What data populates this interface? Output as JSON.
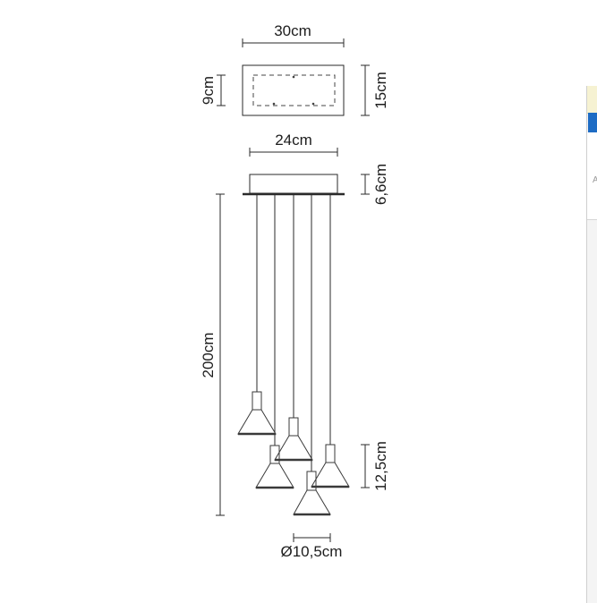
{
  "dimensions": {
    "canopy_width": "30cm",
    "canopy_depth": "9cm",
    "canopy_outer_depth": "15cm",
    "base_width": "24cm",
    "base_height": "6,6cm",
    "total_height": "200cm",
    "shade_height": "12,5cm",
    "shade_diameter": "Ø10,5cm"
  },
  "side_window": {
    "partial_text": "A"
  }
}
